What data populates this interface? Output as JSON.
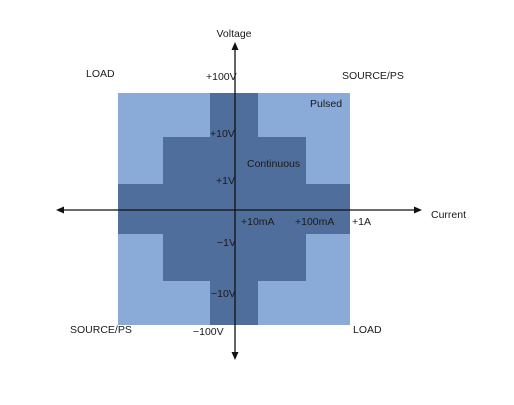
{
  "axes": {
    "y_title": "Voltage",
    "x_title": "Current"
  },
  "quadrants": {
    "top_left": "LOAD",
    "top_right": "SOURCE/PS",
    "bottom_left": "SOURCE/PS",
    "bottom_right": "LOAD"
  },
  "regions": {
    "pulsed": "Pulsed",
    "continuous": "Continuous"
  },
  "voltage_ticks": {
    "plus_100v": "+100V",
    "plus_10v": "+10V",
    "plus_1v": "+1V",
    "minus_1v": "−1V",
    "minus_10v": "−10V",
    "minus_100v": "−100V"
  },
  "current_ticks": {
    "ten_ma": "+10mA",
    "hundred_ma": "+100mA",
    "one_a": "+1A"
  },
  "colors": {
    "pulsed_fill": "#8aaad8",
    "continuous_fill": "#4f6e9b",
    "axis": "#111111"
  }
}
